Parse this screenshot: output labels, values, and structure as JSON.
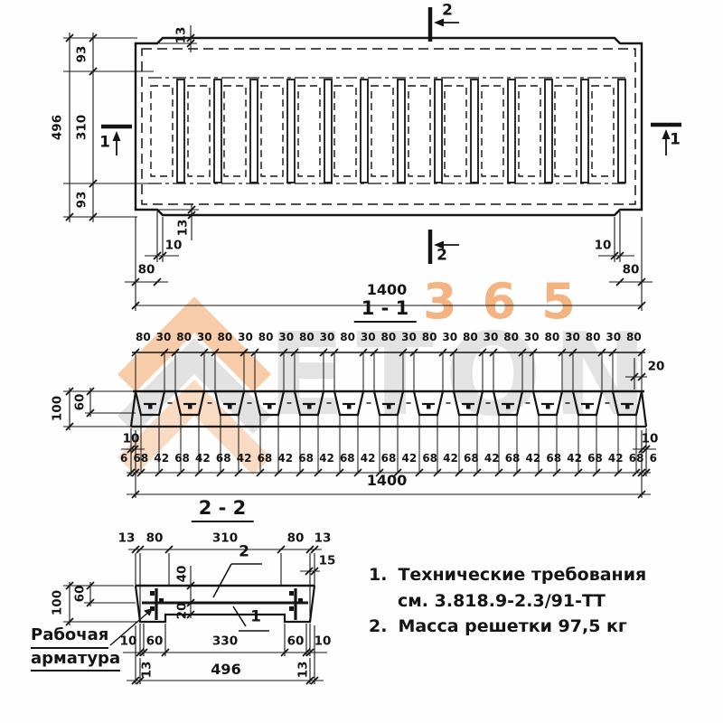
{
  "watermark": {
    "brand": "ETON",
    "number": "365",
    "orange": "#F2A263",
    "gray": "#C2C2C2"
  },
  "plan": {
    "marker_1": "1",
    "marker_2": "2",
    "dim_width_total": "1400",
    "dim_height_total": "496",
    "dim_height_top": "93",
    "dim_height_mid": "310",
    "dim_height_bottom": "93",
    "dim_corner_step_top": "13",
    "dim_corner_step_bottom": "13",
    "dim_end_left": "80",
    "dim_end_right": "80",
    "dim_offset_left": "10",
    "dim_offset_right": "10"
  },
  "section_1_1": {
    "title": "1 - 1",
    "top_dims": [
      "80",
      "30",
      "80",
      "30",
      "80",
      "30",
      "80",
      "30",
      "80",
      "30",
      "80",
      "30",
      "80",
      "30",
      "80",
      "30",
      "80",
      "30",
      "80",
      "30",
      "80",
      "30",
      "80",
      "30",
      "80"
    ],
    "bottom_dims": [
      "6",
      "68",
      "42",
      "68",
      "42",
      "68",
      "42",
      "68",
      "42",
      "68",
      "42",
      "68",
      "42",
      "68",
      "42",
      "68",
      "42",
      "68",
      "42",
      "68",
      "42",
      "68",
      "42",
      "68",
      "42",
      "68",
      "6"
    ],
    "dim_height_total": "100",
    "dim_height_ribs": "60",
    "dim_end_top": "20",
    "dim_offset_left": "10",
    "dim_offset_right": "10",
    "dim_width_total": "1400"
  },
  "section_2_2": {
    "title": "2 - 2",
    "dim_top_13_left": "13",
    "dim_top_80_left": "80",
    "dim_top_310": "310",
    "dim_top_80_right": "80",
    "dim_top_13_right": "13",
    "dim_lip_15": "15",
    "dim_height_total": "100",
    "dim_height_upper": "60",
    "dim_rebar_depth": "40",
    "dim_recess_depth": "20",
    "callout_mesh": "2",
    "callout_body": "1",
    "dim_bot_10_left": "10",
    "dim_bot_60_left": "60",
    "dim_bot_330": "330",
    "dim_bot_60_right": "60",
    "dim_bot_10_right": "10",
    "dim_bot_13_left": "13",
    "dim_bot_13_right": "13",
    "dim_width_total": "496",
    "rebar_label_line1": "Рабочая",
    "rebar_label_line2": "арматура"
  },
  "notes": {
    "item1_no": "1.",
    "item1_line1": "Технические требования",
    "item1_line2": "см. 3.818.9-2.3/91-ТТ",
    "item2_no": "2.",
    "item2_text": "Масса решетки 97,5 кг"
  }
}
